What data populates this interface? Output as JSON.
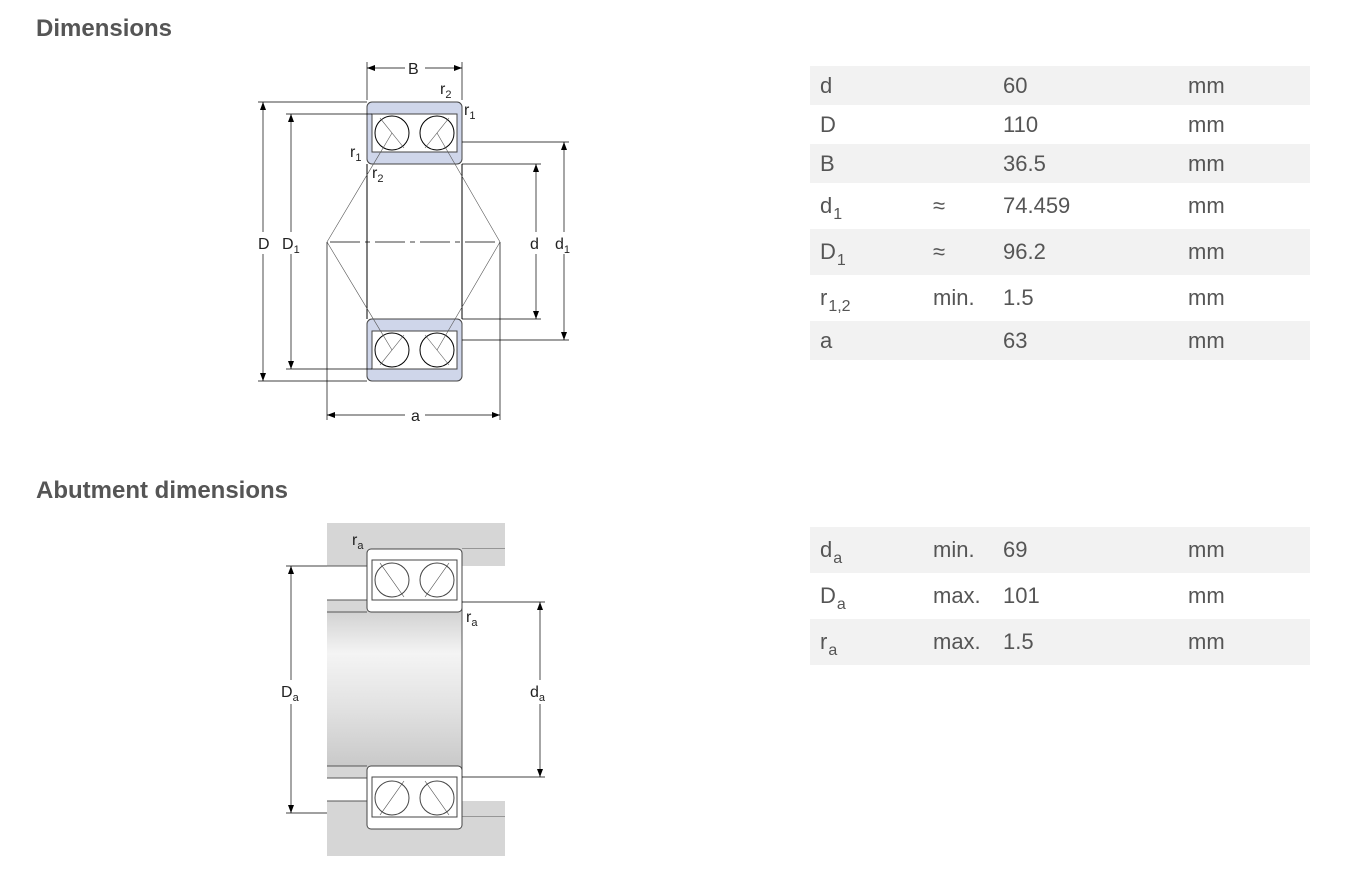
{
  "sections": {
    "dimensions_title": "Dimensions",
    "abutment_title": "Abutment dimensions"
  },
  "dimensions": [
    {
      "sym": "d",
      "sub": "",
      "qual": "",
      "value": "60",
      "unit": "mm"
    },
    {
      "sym": "D",
      "sub": "",
      "qual": "",
      "value": "110",
      "unit": "mm"
    },
    {
      "sym": "B",
      "sub": "",
      "qual": "",
      "value": "36.5",
      "unit": "mm"
    },
    {
      "sym": "d",
      "sub": "1",
      "qual": "≈",
      "value": "74.459",
      "unit": "mm"
    },
    {
      "sym": "D",
      "sub": "1",
      "qual": "≈",
      "value": "96.2",
      "unit": "mm"
    },
    {
      "sym": "r",
      "sub": "1,2",
      "qual": "min.",
      "value": "1.5",
      "unit": "mm"
    },
    {
      "sym": "a",
      "sub": "",
      "qual": "",
      "value": "63",
      "unit": "mm"
    }
  ],
  "abutment": [
    {
      "sym": "d",
      "sub": "a",
      "qual": "min.",
      "value": "69",
      "unit": "mm"
    },
    {
      "sym": "D",
      "sub": "a",
      "qual": "max.",
      "value": "101",
      "unit": "mm"
    },
    {
      "sym": "r",
      "sub": "a",
      "qual": "max.",
      "value": "1.5",
      "unit": "mm"
    }
  ],
  "drawing_labels": {
    "B": "B",
    "D": "D",
    "D1": "D",
    "d": "d",
    "d1": "d",
    "a": "a",
    "r": "r",
    "sub_1": "1",
    "sub_2": "2",
    "sub_a": "a",
    "Da": "D",
    "da": "d"
  },
  "colors": {
    "ring_fill": "#cfd6ea",
    "housing_fill": "#d6d6d6",
    "heading": "#555555",
    "row_alt": "#f2f2f2"
  }
}
